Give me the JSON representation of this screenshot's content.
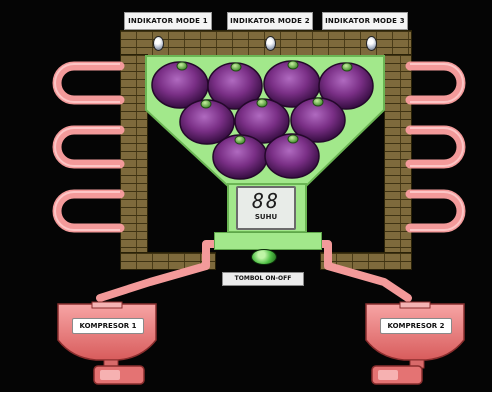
{
  "indicators": [
    {
      "label": "INDIKATOR MODE 1",
      "lamp_icon": "indicator-lamp-icon"
    },
    {
      "label": "INDIKATOR MODE 2",
      "lamp_icon": "indicator-lamp-icon"
    },
    {
      "label": "INDIKATOR MODE 3",
      "lamp_icon": "indicator-lamp-icon"
    }
  ],
  "temperature_display": {
    "value": "88",
    "label": "SUHU"
  },
  "power_switch": {
    "label": "TOMBOL ON-OFF",
    "icon": "power-button-icon",
    "color": "#4fbf45"
  },
  "compressors": [
    {
      "label": "KOMPRESOR 1"
    },
    {
      "label": "KOMPRESOR 2"
    }
  ],
  "colors": {
    "background": "#050505",
    "chamber": "#a2e88b",
    "brick": "#7e6a3c",
    "pipe": "#ef8c8c",
    "fruit": "#7a2f86",
    "compressor": "#f07d7d"
  }
}
